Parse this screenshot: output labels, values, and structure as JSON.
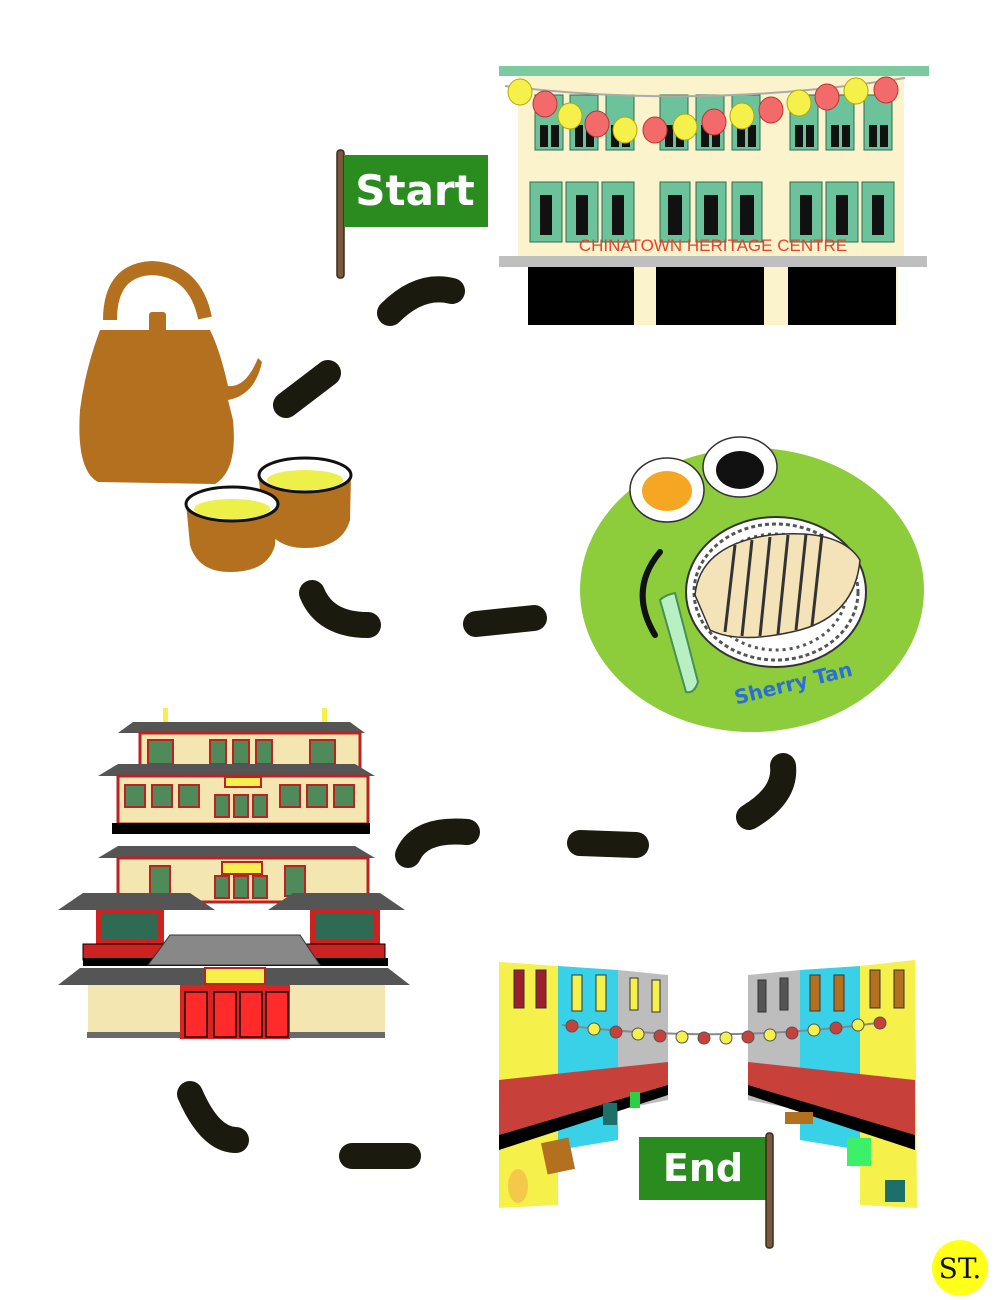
{
  "flags": {
    "start_label": "Start",
    "end_label": "End",
    "color": "#2a8c1e"
  },
  "heritage_centre": {
    "sign": "CHINATOWN HERITAGE  CENTRE"
  },
  "chicken_rice": {
    "artist": "Sherry Tan"
  },
  "badge": {
    "label": "ST."
  },
  "icons": [
    "teapot-icon",
    "tea-cups-icon",
    "chicken-rice-plate-icon",
    "buddha-tooth-temple-icon",
    "chinatown-street-icon",
    "heritage-centre-icon"
  ],
  "colors": {
    "path": "#1a1a0e",
    "tea": "#b3701f",
    "plate": "#8dcc3a",
    "shophouse_cream": "#fbf3cc",
    "shutter_green": "#6cc39b"
  }
}
